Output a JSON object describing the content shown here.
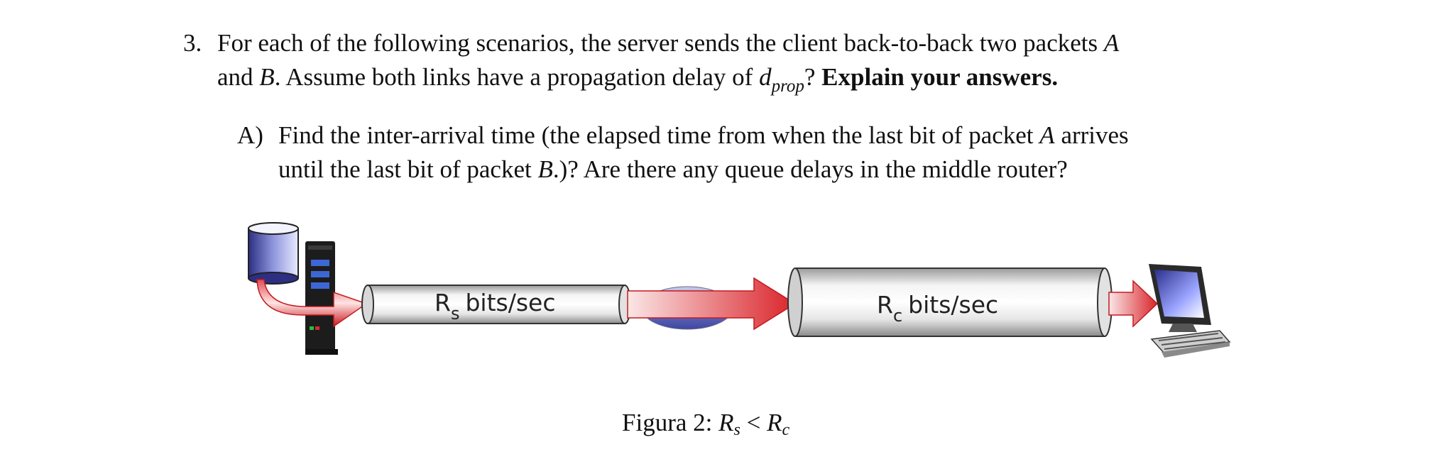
{
  "question": {
    "number": "3.",
    "line1_text": "For each of the following scenarios, the server sends the client back-to-back two packets",
    "line1_var": "A",
    "line2_and": "and",
    "line2_var": "B",
    "line2_text": ". Assume both links have a propagation delay of",
    "delay_symbol": "d",
    "delay_subscript": "prop",
    "line2_q": "?",
    "emphasis": "Explain your answers."
  },
  "subquestion": {
    "label": "A)",
    "line1_text": "Find the inter-arrival time (the elapsed time from when the last bit of packet",
    "line1_var": "A",
    "line1_end": "arrives",
    "line2_start": "until the last bit of packet",
    "line2_var": "B",
    "line2_text": ".)? Are there any queue delays in the middle router?"
  },
  "diagram": {
    "server_link_label": "R",
    "server_link_subscript": "s",
    "server_link_unit": "bits/sec",
    "client_link_label": "R",
    "client_link_subscript": "c",
    "client_link_unit": "bits/sec",
    "arrow_color": "#d9242a",
    "router_color": "#5a63b8"
  },
  "caption": {
    "prefix": "Figura 2:",
    "lhs": "R",
    "lhs_sub": "s",
    "op": "<",
    "rhs": "R",
    "rhs_sub": "c"
  }
}
